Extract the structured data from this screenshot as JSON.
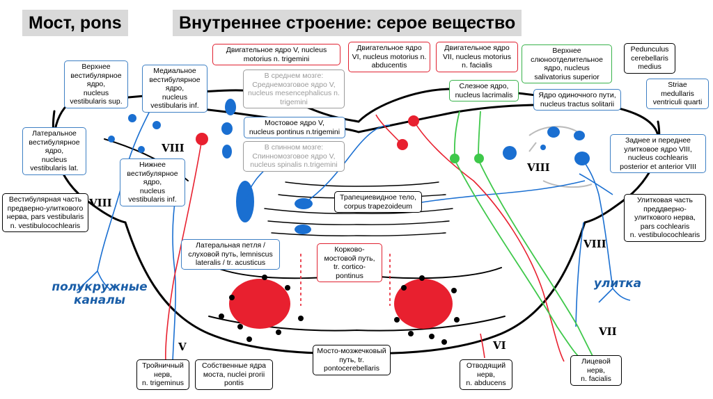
{
  "header": {
    "title_left": "Мост, pons",
    "title_right": "Внутреннее строение: серое вещество"
  },
  "labels": {
    "upper_vestibular": "Верхнее\nвестибулярное\nядро,\nnucleus\nvestibularis sup.",
    "medial_vestibular": "Медиальное\nвестибулярное\nядро,\nnucleus\nvestibularis inf.",
    "lateral_vestibular": "Латеральное\nвестибулярное\nядро,\nnucleus\nvestibularis lat.",
    "inferior_vestibular": "Нижнее\nвестибулярное\nядро,\nnucleus\nvestibularis inf.",
    "vestibular_part": "Вестибулярная часть\nпредверно-улиткового\nнерва, pars vestibularis\nn. vestibulocochlearis",
    "motor_v": "Двигательное ядро V, nucleus\nmotorius n. trigemini",
    "midbrain_v": "В среднем мозге:\nСреднемозговое ядро V,\nnucleus mesencephalicus n.\ntrigemini",
    "pontine_v": "Мостовое ядро V,\nnucleus pontinus n.trigemini",
    "spinal_v": "В спинном мозге:\nСпинномозговое ядро V,\nnucleus spinalis n.trigemini",
    "motor_vi": "Двигательное ядро\nVI, nucleus motorius n.\nabducentis",
    "motor_vii": "Двигательное ядро\nVII, nucleus motorius\nn. facialis",
    "lacrimal": "Слезное ядро,\nnucleus lacrimalis",
    "salivatory_sup": "Верхнее\nслюноотделительное\nядро, nucleus\nsalivatorius superior",
    "solitary": "Ядро одиночного пути,\nnucleus tractus solitarii",
    "ped_cereb": "Pedunculus\ncerebellaris\nmedius",
    "striae": "Striae\nmedullaris\nventriculi quarti",
    "cochlear_nuclei": "Заднее и переднее\nулитковое ядро VIII,\nnucleus cochlearis\nposterior et anterior VIII",
    "trapezoid": "Трапециевидное тело,\ncorpus trapezoideum",
    "cochlear_part": "Улитковая часть\nпреддверно-\nулиткового нерва,\npars cochlearis\nn. vestibulocochlearis",
    "lateral_lemniscus": "Латеральная петля /\nслуховой путь, lemniscus\nlateralis / tr. acusticus",
    "cortico_pontine": "Корково-\nмостовой путь,\ntr. cortico-\npontinus",
    "trigeminal_nerve": "Тройничный\nнерв,\nn. trigeminus",
    "pontine_nuclei": "Собственные ядра\nмоста, nuclei prorii\npontis",
    "ponto_cereb": "Мосто-мозжечковый\nпуть, tr.\npontocerebellaris",
    "abducens_nerve": "Отводящий\nнерв,\nn. abducens",
    "facial_nerve": "Лицевой\nнерв,\nn. facialis"
  },
  "handwriting": {
    "canals": "полукружные\nканалы",
    "cochlea": "улитка",
    "roman_v": "V",
    "roman_vi": "VI",
    "roman_vii": "VII",
    "roman_viii_left": "VIII",
    "roman_viii_right": "VIII",
    "roman_viii_mid": "VIII",
    "roman_viii_top": "VIII"
  },
  "colors": {
    "blue": "#1a6fd1",
    "red": "#e8202f",
    "green": "#3ec84a",
    "title_bg": "#d9d9d9"
  }
}
